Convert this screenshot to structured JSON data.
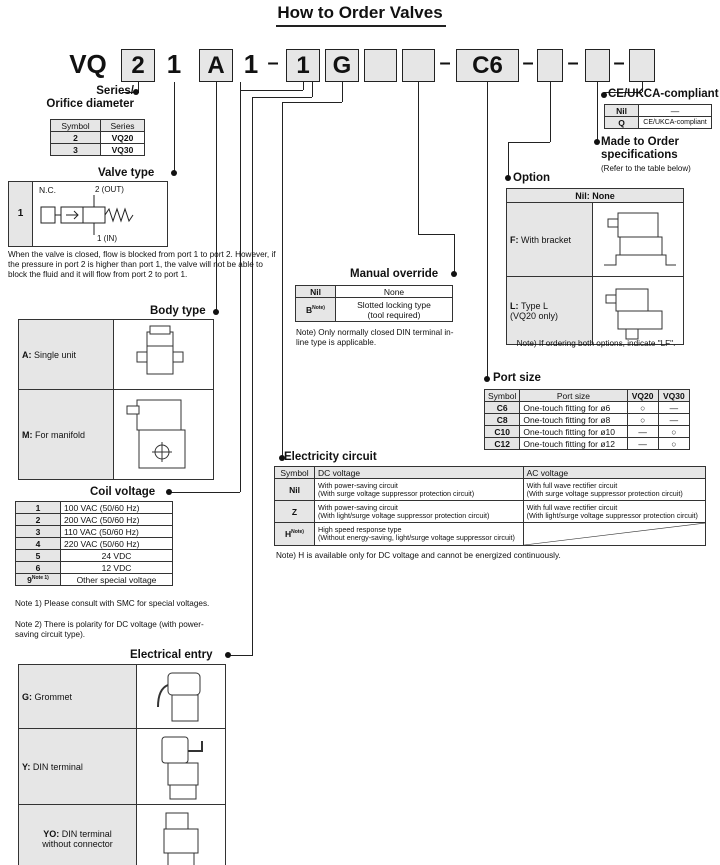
{
  "title": "How to Order Valves",
  "model_code": {
    "prefix": "VQ",
    "series_box": "2",
    "orifice": "1",
    "valve_box": "A",
    "body": "1",
    "dash1": "–",
    "coil_box": "1",
    "entry_box": "G",
    "manual_box": "",
    "circuit_box": "",
    "dash2": "–",
    "port_box": "C6",
    "dash3": "–",
    "option_box": "",
    "dash4": "–",
    "order_box": "",
    "dash5": "–",
    "ce_box": ""
  },
  "series": {
    "title": "Series/\nOrifice diameter",
    "headers": [
      "Symbol",
      "Series"
    ],
    "rows": [
      [
        "2",
        "VQ20"
      ],
      [
        "3",
        "VQ30"
      ]
    ]
  },
  "valve_type": {
    "title": "Valve type",
    "symbol": "1",
    "nc": "N.C.",
    "out": "2 (OUT)",
    "in": "1 (IN)",
    "note": "When the valve is closed, flow is blocked from port 1 to port 2. However, if the pressure in port 2 is higher than port 1, the valve will not be able to block the fluid and it will flow from port 2 to port 1."
  },
  "body_type": {
    "title": "Body type",
    "rows": [
      {
        "code": "A:",
        "label": "Single unit"
      },
      {
        "code": "M:",
        "label": "For manifold"
      }
    ]
  },
  "coil_voltage": {
    "title": "Coil voltage",
    "rows": [
      [
        "1",
        "100 VAC (50/60 Hz)"
      ],
      [
        "2",
        "200 VAC  (50/60 Hz)"
      ],
      [
        "3",
        "110 VAC (50/60 Hz)"
      ],
      [
        "4",
        "220 VAC  (50/60 Hz)"
      ],
      [
        "5",
        "24 VDC"
      ],
      [
        "6",
        "12 VDC"
      ],
      [
        "9",
        "Other special voltage"
      ]
    ],
    "sup_9": "Note 1)",
    "note1": "Note 1) Please consult with SMC for special voltages.",
    "note2": "Note 2) There is polarity for DC voltage (with power-saving circuit type)."
  },
  "electrical_entry": {
    "title": "Electrical entry",
    "rows": [
      {
        "code": "G:",
        "label": "Grommet"
      },
      {
        "code": "Y:",
        "label": "DIN terminal"
      },
      {
        "code": "YO:",
        "label": "DIN terminal\nwithout connector"
      }
    ]
  },
  "manual_override": {
    "title": "Manual override",
    "rows": [
      [
        "Nil",
        "None"
      ],
      [
        "B",
        "Slotted locking type\n(tool required)"
      ]
    ],
    "sup_b": "Note)",
    "note": "Note) Only normally closed DIN terminal in-line type is applicable."
  },
  "electricity_circuit": {
    "title": "Electricity circuit",
    "headers": [
      "Symbol",
      "DC voltage",
      "AC voltage"
    ],
    "rows": [
      [
        "Nil",
        "With power-saving circuit\n(With surge voltage suppressor protection circuit)",
        "With full wave rectifier circuit\n(With surge voltage suppressor protection circuit)"
      ],
      [
        "Z",
        "With power-saving circuit\n(With light/surge voltage suppressor protection circuit)",
        "With full wave rectifier circuit\n(With light/surge voltage suppressor protection circuit)"
      ],
      [
        "H",
        "High speed response type\n(Without energy-saving, light/surge voltage suppressor circuit)",
        ""
      ]
    ],
    "sup_h": "Note)",
    "note": "Note) H is available only for DC voltage and cannot be energized continuously."
  },
  "port_size": {
    "title": "Port size",
    "headers": [
      "Symbol",
      "Port size",
      "VQ20",
      "VQ30"
    ],
    "rows": [
      [
        "C6",
        "One-touch fitting for ø6",
        "○",
        "—"
      ],
      [
        "C8",
        "One-touch fitting for ø8",
        "○",
        "—"
      ],
      [
        "C10",
        "One-touch fitting for ø10",
        "—",
        "○"
      ],
      [
        "C12",
        "One-touch fitting for ø12",
        "—",
        "○"
      ]
    ]
  },
  "option": {
    "title": "Option",
    "nil_row": "Nil: None",
    "rows": [
      {
        "code": "F:",
        "label": "With bracket"
      },
      {
        "code": "L:",
        "label": "Type L\n(VQ20 only)"
      }
    ],
    "note": "Note) If ordering both options, indicate \"LF\"."
  },
  "made_to_order": {
    "title": "Made to Order\nspecifications",
    "sub": "(Refer to the table below)"
  },
  "ce": {
    "title": "CE/UKCA-compliant",
    "rows": [
      [
        "Nil",
        "—"
      ],
      [
        "Q",
        "CE/UKCA-compliant"
      ]
    ]
  }
}
